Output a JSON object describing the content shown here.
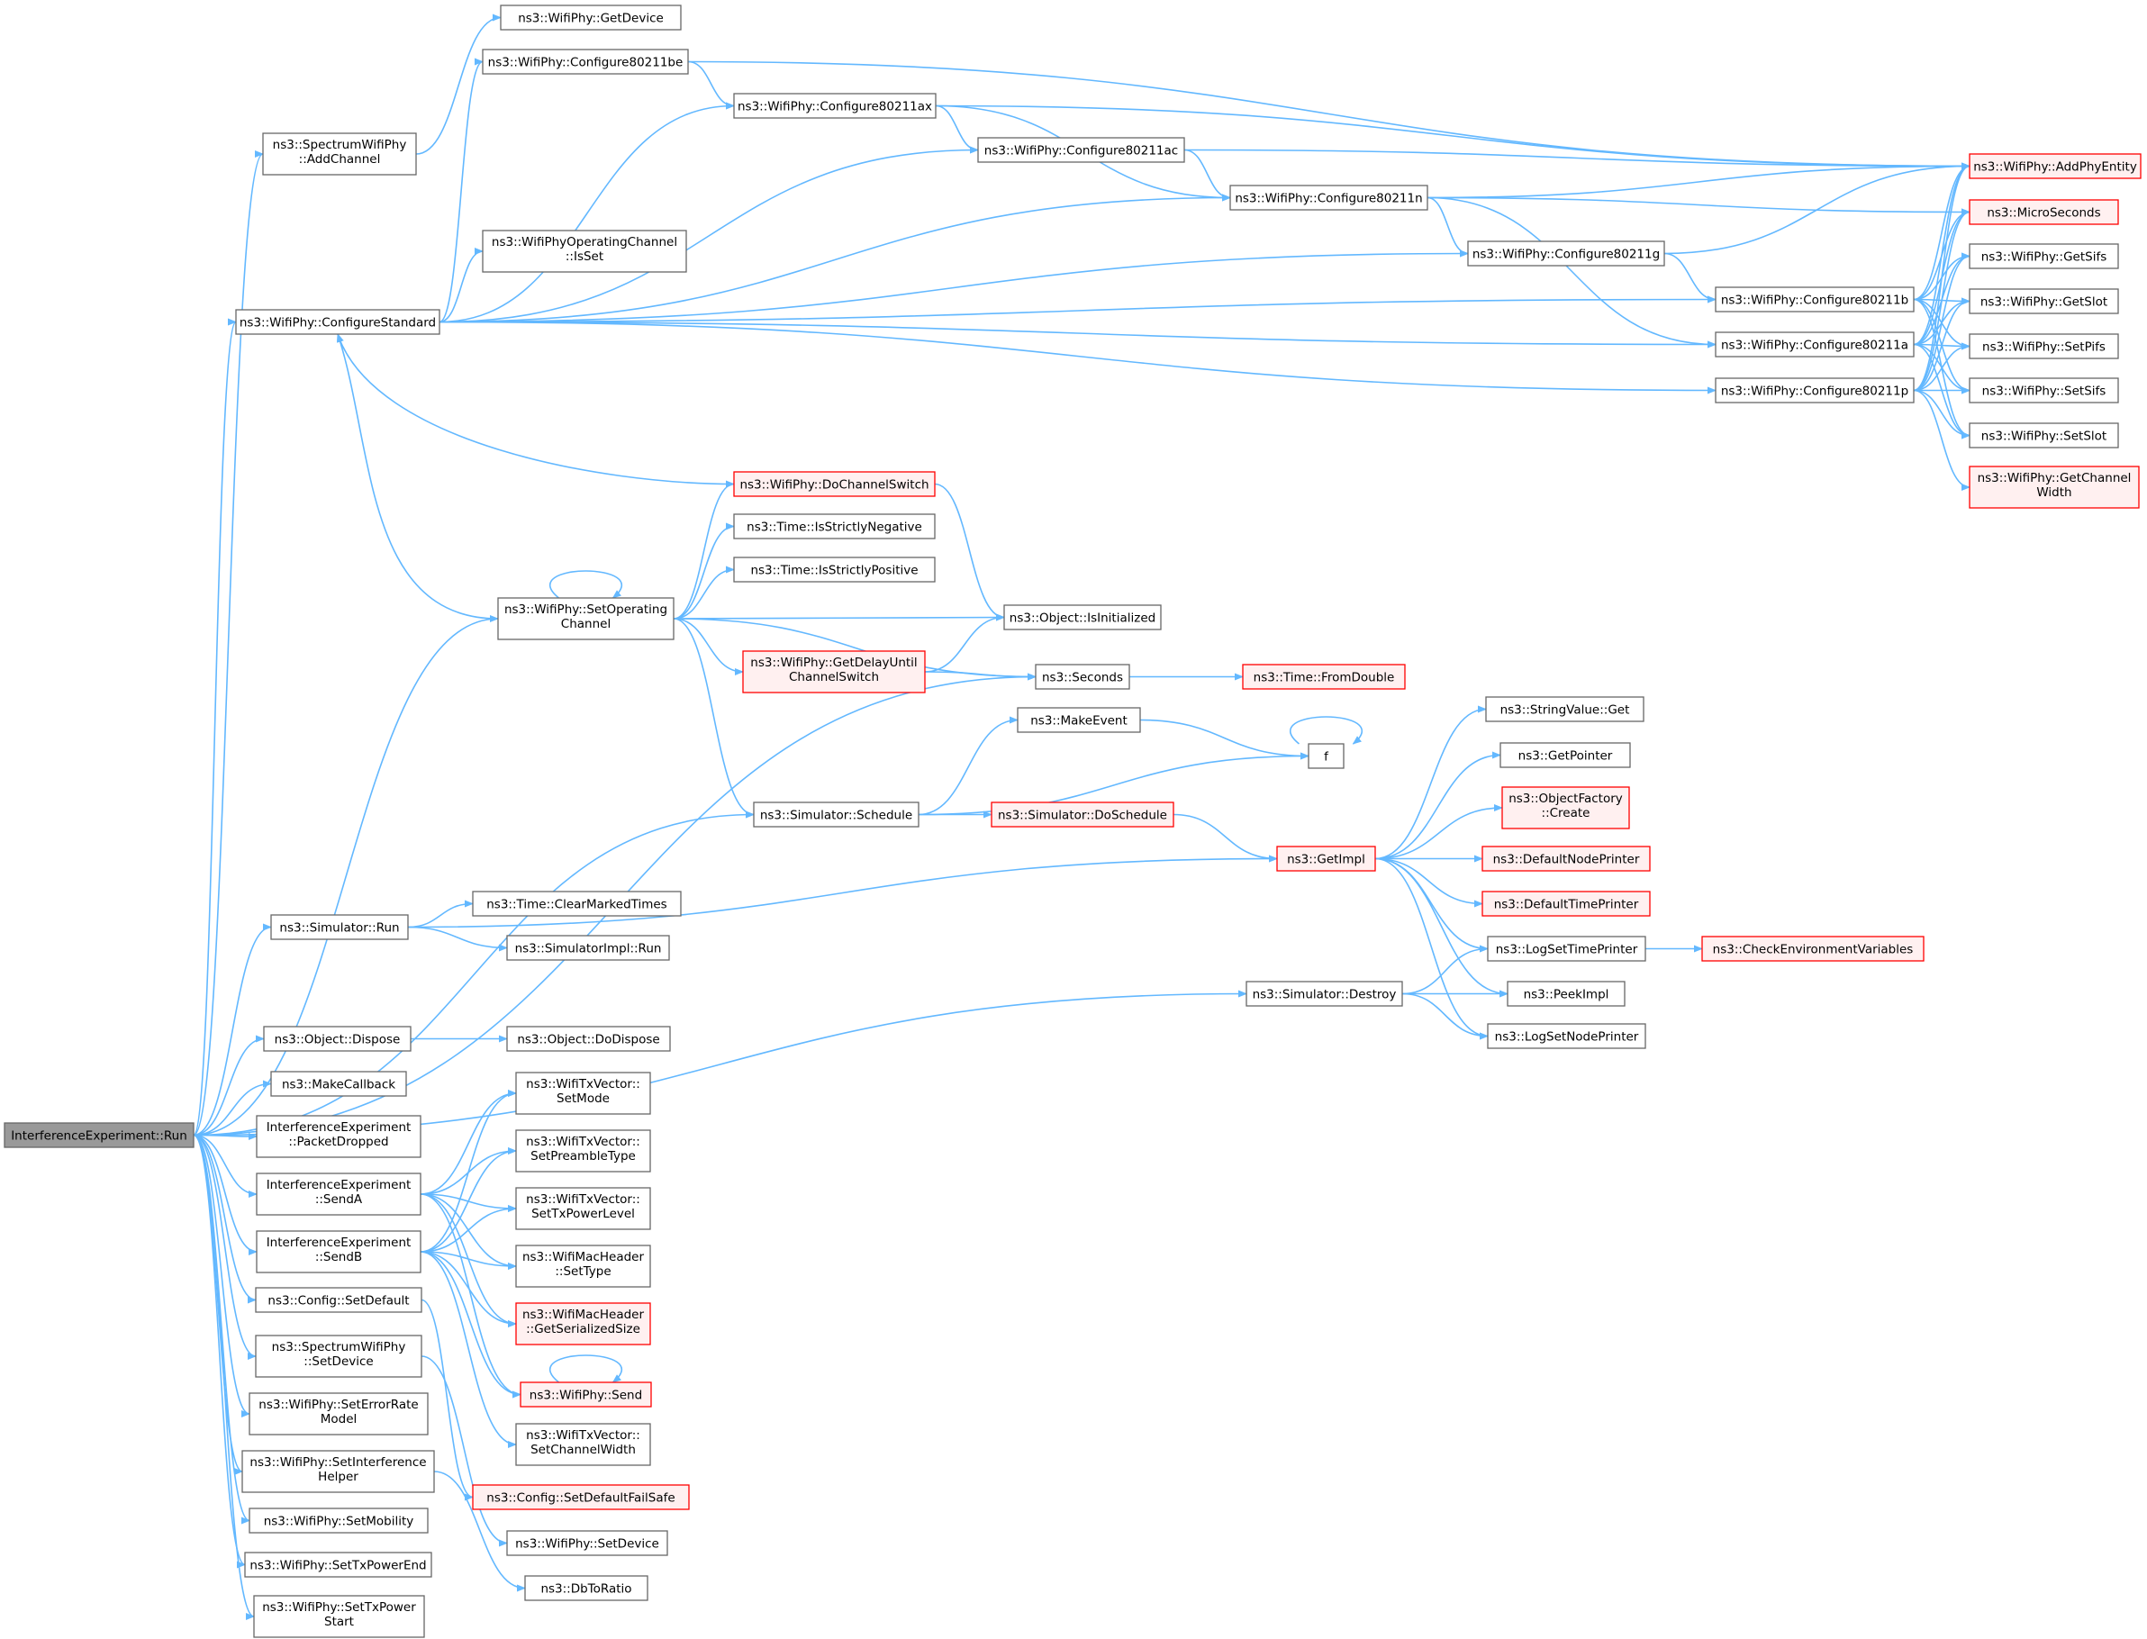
{
  "graph": {
    "colors": {
      "edge": "#63b8ff",
      "node_border": "#666666",
      "node_fill": "#ffffff",
      "root_fill": "#999999",
      "external_border": "#ff0000",
      "external_fill": "#fff0f0"
    },
    "nodes": [
      {
        "id": "root",
        "lines": [
          "InterferenceExperiment::Run"
        ],
        "kind": "root"
      },
      {
        "id": "addchannel",
        "lines": [
          "ns3::SpectrumWifiPhy",
          "::AddChannel"
        ],
        "kind": "normal"
      },
      {
        "id": "getdevice",
        "lines": [
          "ns3::WifiPhy::GetDevice"
        ],
        "kind": "normal"
      },
      {
        "id": "configurestandard",
        "lines": [
          "ns3::WifiPhy::ConfigureStandard"
        ],
        "kind": "normal"
      },
      {
        "id": "c11be",
        "lines": [
          "ns3::WifiPhy::Configure80211be"
        ],
        "kind": "normal"
      },
      {
        "id": "c11ax",
        "lines": [
          "ns3::WifiPhy::Configure80211ax"
        ],
        "kind": "normal"
      },
      {
        "id": "c11ac",
        "lines": [
          "ns3::WifiPhy::Configure80211ac"
        ],
        "kind": "normal"
      },
      {
        "id": "c11n",
        "lines": [
          "ns3::WifiPhy::Configure80211n"
        ],
        "kind": "normal"
      },
      {
        "id": "c11g",
        "lines": [
          "ns3::WifiPhy::Configure80211g"
        ],
        "kind": "normal"
      },
      {
        "id": "c11b",
        "lines": [
          "ns3::WifiPhy::Configure80211b"
        ],
        "kind": "normal"
      },
      {
        "id": "c11a",
        "lines": [
          "ns3::WifiPhy::Configure80211a"
        ],
        "kind": "normal"
      },
      {
        "id": "c11p",
        "lines": [
          "ns3::WifiPhy::Configure80211p"
        ],
        "kind": "normal"
      },
      {
        "id": "addphyentity",
        "lines": [
          "ns3::WifiPhy::AddPhyEntity"
        ],
        "kind": "external"
      },
      {
        "id": "microseconds",
        "lines": [
          "ns3::MicroSeconds"
        ],
        "kind": "external"
      },
      {
        "id": "getsifs",
        "lines": [
          "ns3::WifiPhy::GetSifs"
        ],
        "kind": "normal"
      },
      {
        "id": "getslot",
        "lines": [
          "ns3::WifiPhy::GetSlot"
        ],
        "kind": "normal"
      },
      {
        "id": "setpifs",
        "lines": [
          "ns3::WifiPhy::SetPifs"
        ],
        "kind": "normal"
      },
      {
        "id": "setsifs",
        "lines": [
          "ns3::WifiPhy::SetSifs"
        ],
        "kind": "normal"
      },
      {
        "id": "setslot",
        "lines": [
          "ns3::WifiPhy::SetSlot"
        ],
        "kind": "normal"
      },
      {
        "id": "getchannelwidth",
        "lines": [
          "ns3::WifiPhy::GetChannel",
          "Width"
        ],
        "kind": "external"
      },
      {
        "id": "isset",
        "lines": [
          "ns3::WifiPhyOperatingChannel",
          "::IsSet"
        ],
        "kind": "normal"
      },
      {
        "id": "dochannelswitch",
        "lines": [
          "ns3::WifiPhy::DoChannelSwitch"
        ],
        "kind": "external"
      },
      {
        "id": "isstrictlynegative",
        "lines": [
          "ns3::Time::IsStrictlyNegative"
        ],
        "kind": "normal"
      },
      {
        "id": "isstrictlypositive",
        "lines": [
          "ns3::Time::IsStrictlyPositive"
        ],
        "kind": "normal"
      },
      {
        "id": "setoperatingchannel",
        "lines": [
          "ns3::WifiPhy::SetOperating",
          "Channel"
        ],
        "kind": "normal"
      },
      {
        "id": "isinitialized",
        "lines": [
          "ns3::Object::IsInitialized"
        ],
        "kind": "normal"
      },
      {
        "id": "getdelayuntil",
        "lines": [
          "ns3::WifiPhy::GetDelayUntil",
          "ChannelSwitch"
        ],
        "kind": "external"
      },
      {
        "id": "seconds",
        "lines": [
          "ns3::Seconds"
        ],
        "kind": "normal"
      },
      {
        "id": "fromdouble",
        "lines": [
          "ns3::Time::FromDouble"
        ],
        "kind": "external"
      },
      {
        "id": "makeevent",
        "lines": [
          "ns3::MakeEvent"
        ],
        "kind": "normal"
      },
      {
        "id": "f",
        "lines": [
          "f"
        ],
        "kind": "normal"
      },
      {
        "id": "schedule",
        "lines": [
          "ns3::Simulator::Schedule"
        ],
        "kind": "normal"
      },
      {
        "id": "doschedule",
        "lines": [
          "ns3::Simulator::DoSchedule"
        ],
        "kind": "external"
      },
      {
        "id": "getimpl",
        "lines": [
          "ns3::GetImpl"
        ],
        "kind": "external"
      },
      {
        "id": "stringvalueget",
        "lines": [
          "ns3::StringValue::Get"
        ],
        "kind": "normal"
      },
      {
        "id": "getpointer",
        "lines": [
          "ns3::GetPointer"
        ],
        "kind": "normal"
      },
      {
        "id": "objectfactorycreate",
        "lines": [
          "ns3::ObjectFactory",
          "::Create"
        ],
        "kind": "external"
      },
      {
        "id": "defaultnodeprinter",
        "lines": [
          "ns3::DefaultNodePrinter"
        ],
        "kind": "external"
      },
      {
        "id": "defaulttimeprinter",
        "lines": [
          "ns3::DefaultTimePrinter"
        ],
        "kind": "external"
      },
      {
        "id": "logsettimeprinter",
        "lines": [
          "ns3::LogSetTimePrinter"
        ],
        "kind": "normal"
      },
      {
        "id": "checkenv",
        "lines": [
          "ns3::CheckEnvironmentVariables"
        ],
        "kind": "external"
      },
      {
        "id": "peekimpl",
        "lines": [
          "ns3::PeekImpl"
        ],
        "kind": "normal"
      },
      {
        "id": "logsetnodeprinter",
        "lines": [
          "ns3::LogSetNodePrinter"
        ],
        "kind": "normal"
      },
      {
        "id": "simrun",
        "lines": [
          "ns3::Simulator::Run"
        ],
        "kind": "normal"
      },
      {
        "id": "clearmarkedtimes",
        "lines": [
          "ns3::Time::ClearMarkedTimes"
        ],
        "kind": "normal"
      },
      {
        "id": "simimplrun",
        "lines": [
          "ns3::SimulatorImpl::Run"
        ],
        "kind": "normal"
      },
      {
        "id": "simdestroy",
        "lines": [
          "ns3::Simulator::Destroy"
        ],
        "kind": "normal"
      },
      {
        "id": "objdispose",
        "lines": [
          "ns3::Object::Dispose"
        ],
        "kind": "normal"
      },
      {
        "id": "objdodispose",
        "lines": [
          "ns3::Object::DoDispose"
        ],
        "kind": "normal"
      },
      {
        "id": "makecallback",
        "lines": [
          "ns3::MakeCallback"
        ],
        "kind": "normal"
      },
      {
        "id": "packetdropped",
        "lines": [
          "InterferenceExperiment",
          "::PacketDropped"
        ],
        "kind": "normal"
      },
      {
        "id": "senda",
        "lines": [
          "InterferenceExperiment",
          "::SendA"
        ],
        "kind": "normal"
      },
      {
        "id": "sendb",
        "lines": [
          "InterferenceExperiment",
          "::SendB"
        ],
        "kind": "normal"
      },
      {
        "id": "setmode",
        "lines": [
          "ns3::WifiTxVector::",
          "SetMode"
        ],
        "kind": "normal"
      },
      {
        "id": "setpreambletype",
        "lines": [
          "ns3::WifiTxVector::",
          "SetPreambleType"
        ],
        "kind": "normal"
      },
      {
        "id": "settxpowerlevel",
        "lines": [
          "ns3::WifiTxVector::",
          "SetTxPowerLevel"
        ],
        "kind": "normal"
      },
      {
        "id": "settype",
        "lines": [
          "ns3::WifiMacHeader",
          "::SetType"
        ],
        "kind": "normal"
      },
      {
        "id": "getserializedsize",
        "lines": [
          "ns3::WifiMacHeader",
          "::GetSerializedSize"
        ],
        "kind": "external"
      },
      {
        "id": "send",
        "lines": [
          "ns3::WifiPhy::Send"
        ],
        "kind": "external"
      },
      {
        "id": "setchannelwidth",
        "lines": [
          "ns3::WifiTxVector::",
          "SetChannelWidth"
        ],
        "kind": "normal"
      },
      {
        "id": "setdefaultfailsafe",
        "lines": [
          "ns3::Config::SetDefaultFailSafe"
        ],
        "kind": "external"
      },
      {
        "id": "wifiphysetdevice",
        "lines": [
          "ns3::WifiPhy::SetDevice"
        ],
        "kind": "normal"
      },
      {
        "id": "dbtoratio",
        "lines": [
          "ns3::DbToRatio"
        ],
        "kind": "normal"
      },
      {
        "id": "configsetdefault",
        "lines": [
          "ns3::Config::SetDefault"
        ],
        "kind": "normal"
      },
      {
        "id": "spectrumsetdevice",
        "lines": [
          "ns3::SpectrumWifiPhy",
          "::SetDevice"
        ],
        "kind": "normal"
      },
      {
        "id": "seterrorrate",
        "lines": [
          "ns3::WifiPhy::SetErrorRate",
          "Model"
        ],
        "kind": "normal"
      },
      {
        "id": "setinterference",
        "lines": [
          "ns3::WifiPhy::SetInterference",
          "Helper"
        ],
        "kind": "normal"
      },
      {
        "id": "setmobility",
        "lines": [
          "ns3::WifiPhy::SetMobility"
        ],
        "kind": "normal"
      },
      {
        "id": "settxpowerend",
        "lines": [
          "ns3::WifiPhy::SetTxPowerEnd"
        ],
        "kind": "normal"
      },
      {
        "id": "settxpowerstart",
        "lines": [
          "ns3::WifiPhy::SetTxPower",
          "Start"
        ],
        "kind": "normal"
      }
    ],
    "edges": [
      [
        "root",
        "addchannel"
      ],
      [
        "root",
        "configurestandard"
      ],
      [
        "root",
        "setoperatingchannel"
      ],
      [
        "root",
        "seconds"
      ],
      [
        "root",
        "schedule"
      ],
      [
        "root",
        "simrun"
      ],
      [
        "root",
        "simdestroy"
      ],
      [
        "root",
        "objdispose"
      ],
      [
        "root",
        "makecallback"
      ],
      [
        "root",
        "packetdropped"
      ],
      [
        "root",
        "senda"
      ],
      [
        "root",
        "sendb"
      ],
      [
        "root",
        "configsetdefault"
      ],
      [
        "root",
        "spectrumsetdevice"
      ],
      [
        "root",
        "seterrorrate"
      ],
      [
        "root",
        "setinterference"
      ],
      [
        "root",
        "setmobility"
      ],
      [
        "root",
        "settxpowerend"
      ],
      [
        "root",
        "settxpowerstart"
      ],
      [
        "addchannel",
        "getdevice"
      ],
      [
        "configurestandard",
        "c11be"
      ],
      [
        "configurestandard",
        "c11ax"
      ],
      [
        "configurestandard",
        "c11ac"
      ],
      [
        "configurestandard",
        "c11n"
      ],
      [
        "configurestandard",
        "isset"
      ],
      [
        "configurestandard",
        "c11g"
      ],
      [
        "configurestandard",
        "c11b"
      ],
      [
        "configurestandard",
        "c11a"
      ],
      [
        "configurestandard",
        "c11p"
      ],
      [
        "c11be",
        "c11ax"
      ],
      [
        "c11be",
        "addphyentity"
      ],
      [
        "c11ax",
        "c11ac"
      ],
      [
        "c11ax",
        "c11n"
      ],
      [
        "c11ax",
        "addphyentity"
      ],
      [
        "c11ac",
        "c11n"
      ],
      [
        "c11ac",
        "addphyentity"
      ],
      [
        "c11n",
        "addphyentity"
      ],
      [
        "c11n",
        "microseconds"
      ],
      [
        "c11n",
        "c11g"
      ],
      [
        "c11n",
        "c11a"
      ],
      [
        "c11g",
        "addphyentity"
      ],
      [
        "c11g",
        "c11b"
      ],
      [
        "c11b",
        "addphyentity"
      ],
      [
        "c11b",
        "microseconds"
      ],
      [
        "c11b",
        "getsifs"
      ],
      [
        "c11b",
        "getslot"
      ],
      [
        "c11b",
        "setpifs"
      ],
      [
        "c11b",
        "setsifs"
      ],
      [
        "c11b",
        "setslot"
      ],
      [
        "c11a",
        "addphyentity"
      ],
      [
        "c11a",
        "microseconds"
      ],
      [
        "c11a",
        "getsifs"
      ],
      [
        "c11a",
        "getslot"
      ],
      [
        "c11a",
        "setpifs"
      ],
      [
        "c11a",
        "setsifs"
      ],
      [
        "c11a",
        "setslot"
      ],
      [
        "c11p",
        "addphyentity"
      ],
      [
        "c11p",
        "microseconds"
      ],
      [
        "c11p",
        "getsifs"
      ],
      [
        "c11p",
        "getslot"
      ],
      [
        "c11p",
        "setpifs"
      ],
      [
        "c11p",
        "setsifs"
      ],
      [
        "c11p",
        "setslot"
      ],
      [
        "c11p",
        "getchannelwidth"
      ],
      [
        "setoperatingchannel",
        "configurestandard"
      ],
      [
        "setoperatingchannel",
        "setoperatingchannel"
      ],
      [
        "setoperatingchannel",
        "dochannelswitch"
      ],
      [
        "setoperatingchannel",
        "isstrictlynegative"
      ],
      [
        "setoperatingchannel",
        "isstrictlypositive"
      ],
      [
        "setoperatingchannel",
        "isinitialized"
      ],
      [
        "setoperatingchannel",
        "getdelayuntil"
      ],
      [
        "setoperatingchannel",
        "seconds"
      ],
      [
        "setoperatingchannel",
        "schedule"
      ],
      [
        "dochannelswitch",
        "configurestandard"
      ],
      [
        "dochannelswitch",
        "isinitialized"
      ],
      [
        "getdelayuntil",
        "isinitialized"
      ],
      [
        "getdelayuntil",
        "seconds"
      ],
      [
        "seconds",
        "fromdouble"
      ],
      [
        "schedule",
        "makeevent"
      ],
      [
        "schedule",
        "f"
      ],
      [
        "schedule",
        "doschedule"
      ],
      [
        "makeevent",
        "f"
      ],
      [
        "f",
        "f"
      ],
      [
        "doschedule",
        "getimpl"
      ],
      [
        "getimpl",
        "stringvalueget"
      ],
      [
        "getimpl",
        "getpointer"
      ],
      [
        "getimpl",
        "objectfactorycreate"
      ],
      [
        "getimpl",
        "defaultnodeprinter"
      ],
      [
        "getimpl",
        "defaulttimeprinter"
      ],
      [
        "getimpl",
        "logsettimeprinter"
      ],
      [
        "getimpl",
        "peekimpl"
      ],
      [
        "getimpl",
        "logsetnodeprinter"
      ],
      [
        "logsettimeprinter",
        "checkenv"
      ],
      [
        "simrun",
        "getimpl"
      ],
      [
        "simrun",
        "clearmarkedtimes"
      ],
      [
        "simrun",
        "simimplrun"
      ],
      [
        "simdestroy",
        "logsettimeprinter"
      ],
      [
        "simdestroy",
        "peekimpl"
      ],
      [
        "simdestroy",
        "logsetnodeprinter"
      ],
      [
        "objdispose",
        "objdodispose"
      ],
      [
        "senda",
        "setmode"
      ],
      [
        "senda",
        "setpreambletype"
      ],
      [
        "senda",
        "settxpowerlevel"
      ],
      [
        "senda",
        "settype"
      ],
      [
        "senda",
        "getserializedsize"
      ],
      [
        "senda",
        "send"
      ],
      [
        "sendb",
        "setmode"
      ],
      [
        "sendb",
        "setpreambletype"
      ],
      [
        "sendb",
        "settxpowerlevel"
      ],
      [
        "sendb",
        "settype"
      ],
      [
        "sendb",
        "getserializedsize"
      ],
      [
        "sendb",
        "send"
      ],
      [
        "sendb",
        "setchannelwidth"
      ],
      [
        "send",
        "send"
      ],
      [
        "configsetdefault",
        "setdefaultfailsafe"
      ],
      [
        "spectrumsetdevice",
        "wifiphysetdevice"
      ],
      [
        "setinterference",
        "dbtoratio"
      ]
    ]
  }
}
